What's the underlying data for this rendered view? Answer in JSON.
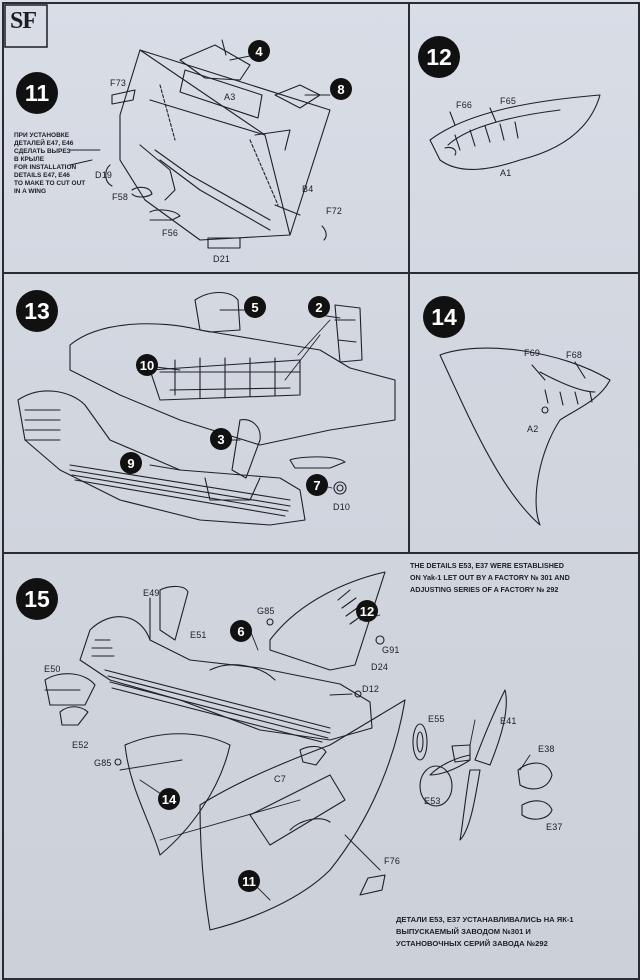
{
  "logo": {
    "text": "SF"
  },
  "steps": {
    "s11": "11",
    "s12": "12",
    "s13": "13",
    "s14": "14",
    "s15": "15"
  },
  "subassemblies": {
    "p4": "4",
    "p8": "8",
    "p5": "5",
    "p2": "2",
    "p10": "10",
    "p3": "3",
    "p9": "9",
    "p7": "7",
    "f15_12": "12",
    "f15_6": "6",
    "f15_14": "14",
    "f15_11": "11"
  },
  "parts": {
    "F73": "F73",
    "A3": "A3",
    "D19": "D19",
    "F58": "F58",
    "F56": "F56",
    "D21": "D21",
    "B4": "B4",
    "F72": "F72",
    "F66": "F66",
    "F65": "F65",
    "A1": "A1",
    "F69": "F69",
    "F68": "F68",
    "A2": "A2",
    "D10": "D10",
    "E49": "E49",
    "E51": "E51",
    "G85a": "G85",
    "G91": "G91",
    "D24": "D24",
    "D12": "D12",
    "E50": "E50",
    "E52": "E52",
    "G85b": "G85",
    "C7": "C7",
    "E55": "E55",
    "E41": "E41",
    "E38": "E38",
    "E53": "E53",
    "E37": "E37",
    "F76": "F76"
  },
  "note11": [
    "ПРИ УСТАНОВКЕ",
    "ДЕТАЛЕЙ Е47, Е46",
    "СДЕЛАТЬ ВЫРЕЗ",
    "В КРЫЛЕ",
    "FOR INSTALLATION",
    "DETAILS E47, E46",
    "TO MAKE TO CUT OUT",
    "IN A WING"
  ],
  "note15_en": [
    "THE DETAILS E53, E37 WERE ESTABLISHED",
    "ON Yak-1 LET OUT BY A FACTORY № 301 AND",
    "ADJUSTING SERIES OF A FACTORY № 292"
  ],
  "note15_ru": [
    "ДЕТАЛИ Е53, Е37 УСТАНАВЛИВАЛИСЬ НА ЯК-1",
    "ВЫПУСКАЕМЫЙ ЗАВОДОМ №301 И",
    "УСТАНОВОЧНЫХ СЕРИЙ ЗАВОДА №292"
  ]
}
